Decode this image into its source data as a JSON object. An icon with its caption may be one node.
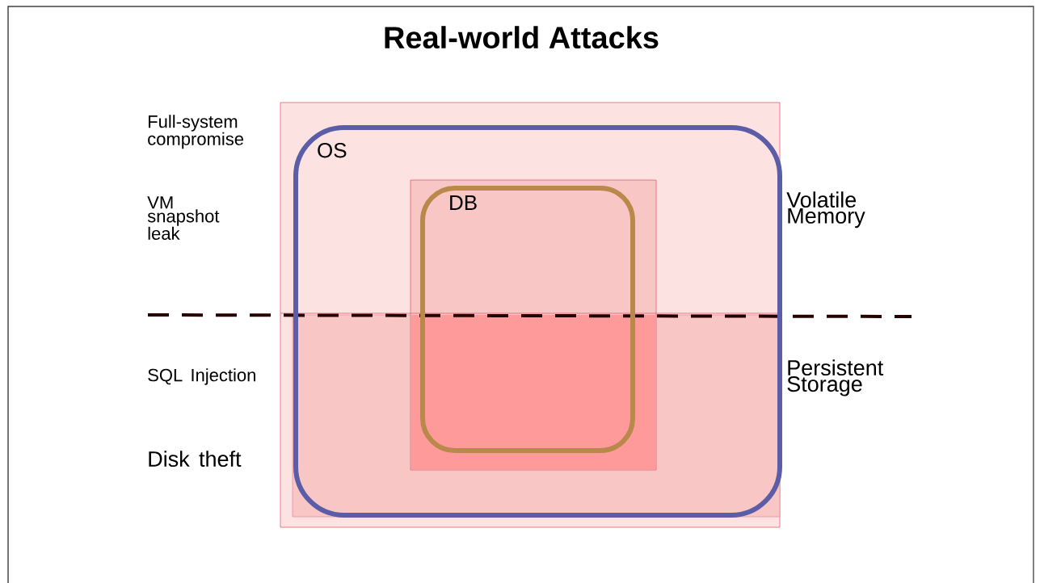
{
  "diagram": {
    "title": "Real-world Attacks",
    "nodes": [
      {
        "text": [
          "OS"
        ]
      },
      {
        "text": [
          "DB"
        ],
        "in": 0
      }
    ],
    "labels": [
      "Full-system compromise",
      "VM snapshot leak",
      "Volatile Memory",
      "SQL Injection",
      "Persistent Storage",
      "Disk theft"
    ]
  }
}
